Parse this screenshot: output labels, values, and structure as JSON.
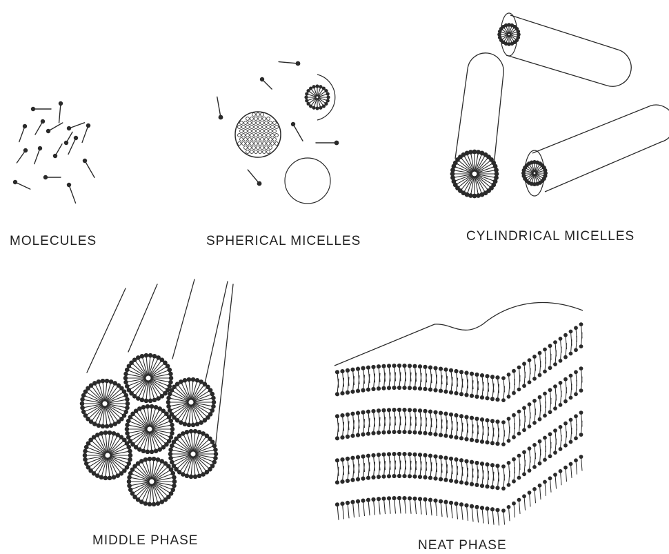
{
  "labels": {
    "molecules": "MOLECULES",
    "spherical": "SPHERICAL MICELLES",
    "cylindrical": "CYLINDRICAL MICELLES",
    "middle": "MIDDLE PHASE",
    "neat": "NEAT PHASE"
  },
  "colors": {
    "ink": "#2a2a2a",
    "background": "#ffffff"
  }
}
